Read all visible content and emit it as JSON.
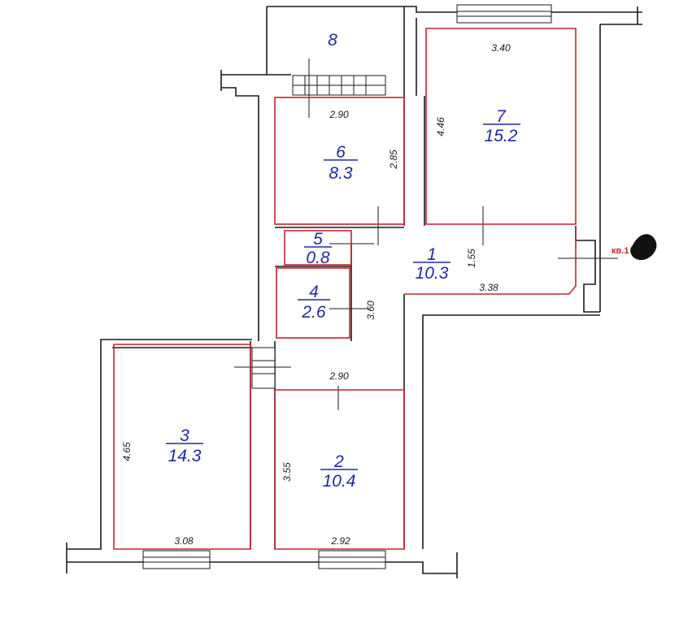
{
  "rooms": [
    {
      "id": "1",
      "num": "1",
      "area": "10.3"
    },
    {
      "id": "2",
      "num": "2",
      "area": "10.4"
    },
    {
      "id": "3",
      "num": "3",
      "area": "14.3"
    },
    {
      "id": "4",
      "num": "4",
      "area": "2.6"
    },
    {
      "id": "5",
      "num": "5",
      "area": "0.8"
    },
    {
      "id": "6",
      "num": "6",
      "area": "8.3"
    },
    {
      "id": "7",
      "num": "7",
      "area": "15.2"
    },
    {
      "id": "8",
      "num": "8"
    }
  ],
  "dimensions": {
    "d_340": "3.40",
    "d_290_top": "2.90",
    "d_446": "4.46",
    "d_285": "2.85",
    "d_155": "1.55",
    "d_338": "3.38",
    "d_360": "3.60",
    "d_290_mid": "2.90",
    "d_465": "4.65",
    "d_355": "3.55",
    "d_308": "3.08",
    "d_292": "2.92"
  },
  "flat_label": "кв.1",
  "colors": {
    "room_outline": "#c8232c",
    "room_text": "#1f2a9e",
    "walls": "#1a1a1a"
  }
}
